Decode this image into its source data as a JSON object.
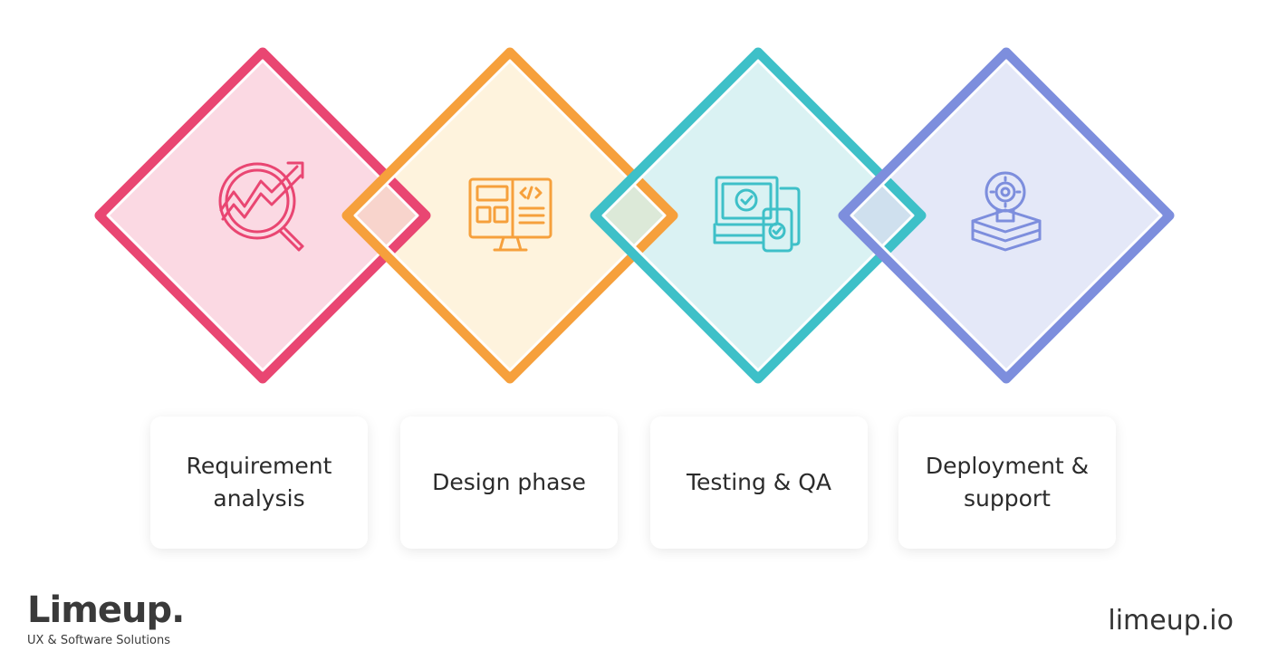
{
  "steps": [
    {
      "label": "Requirement\nanalysis",
      "color": "#e94672",
      "fill": "#fbd9e3",
      "icon": "analysis-chart-magnifier-icon"
    },
    {
      "label": "Design phase",
      "color": "#f6a03c",
      "fill": "#fef3dd",
      "icon": "monitor-code-layout-icon"
    },
    {
      "label": "Testing & QA",
      "color": "#3ec0c8",
      "fill": "#daf2f3",
      "icon": "devices-checkmark-icon"
    },
    {
      "label": "Deployment &\nsupport",
      "color": "#7d8edd",
      "fill": "#e4e8f8",
      "icon": "lightbulb-gear-layers-icon"
    }
  ],
  "overlap_fills": [
    "#f8d4cc",
    "#dce9d8",
    "#cfe0ee"
  ],
  "brand": {
    "name": "Limeup.",
    "tagline": "UX & Software Solutions",
    "url": "limeup.io"
  }
}
